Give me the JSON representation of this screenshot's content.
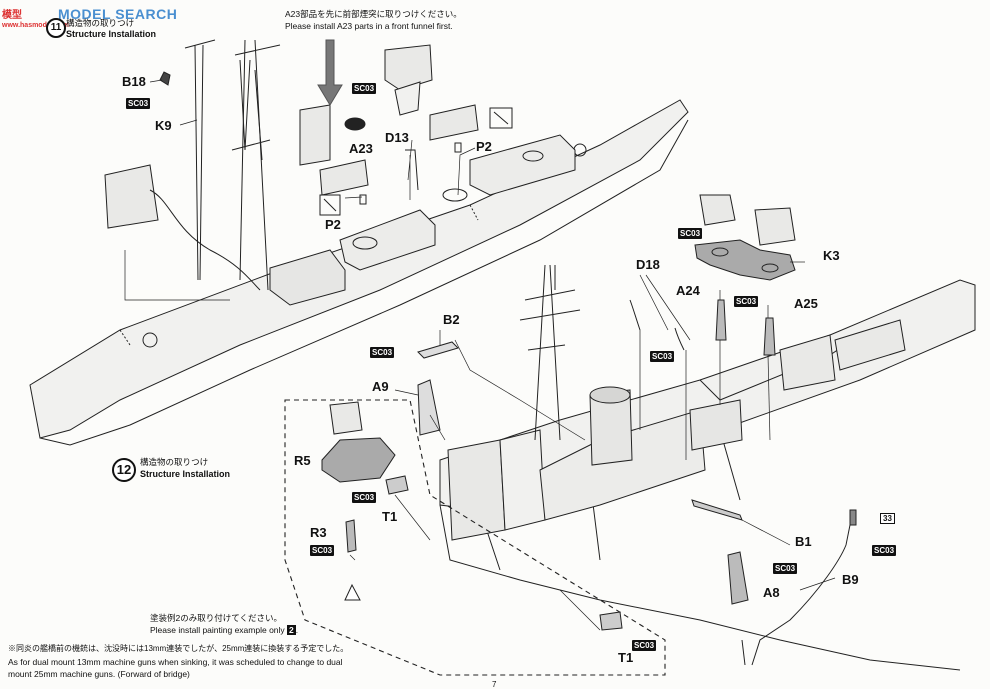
{
  "watermark": {
    "logo_text": "MODEL SEARCH",
    "cn_text": "模型",
    "url_text": "www.hasmodel.com"
  },
  "step11": {
    "number": "11",
    "title_jp": "構造物の取りつけ",
    "title_en": "Structure Installation"
  },
  "step12": {
    "number": "12",
    "title_jp": "構造物の取りつけ",
    "title_en": "Structure Installation"
  },
  "notes": {
    "front_funnel_jp": "A23部品を先に前部煙突に取りつけください。",
    "front_funnel_en": "Please install A23 parts in a front funnel first.",
    "painting_jp": "塗装例2のみ取り付けてください。",
    "painting_en": "Please install painting example only",
    "painting_num": "2",
    "mg_jp": "※同炎の艦橋前の機銃は、沈没時には13mm連装でしたが、25mm連装に換装する予定でした。",
    "mg_en1": "As for dual mount 13mm machine guns when sinking, it was scheduled to change to dual",
    "mg_en2": "mount 25mm machine guns. (Forward of bridge)"
  },
  "cement_code": "SC03",
  "part_labels": {
    "B18": "B18",
    "K9": "K9",
    "A23": "A23",
    "D13": "D13",
    "P2a": "P2",
    "P2b": "P2",
    "D18": "D18",
    "A24": "A24",
    "A25": "A25",
    "K3": "K3",
    "B2": "B2",
    "A9": "A9",
    "R5": "R5",
    "T1a": "T1",
    "R3": "R3",
    "B1": "B1",
    "A8": "A8",
    "B9": "B9",
    "T1b": "T1",
    "decal": "33"
  },
  "page_number": "7"
}
